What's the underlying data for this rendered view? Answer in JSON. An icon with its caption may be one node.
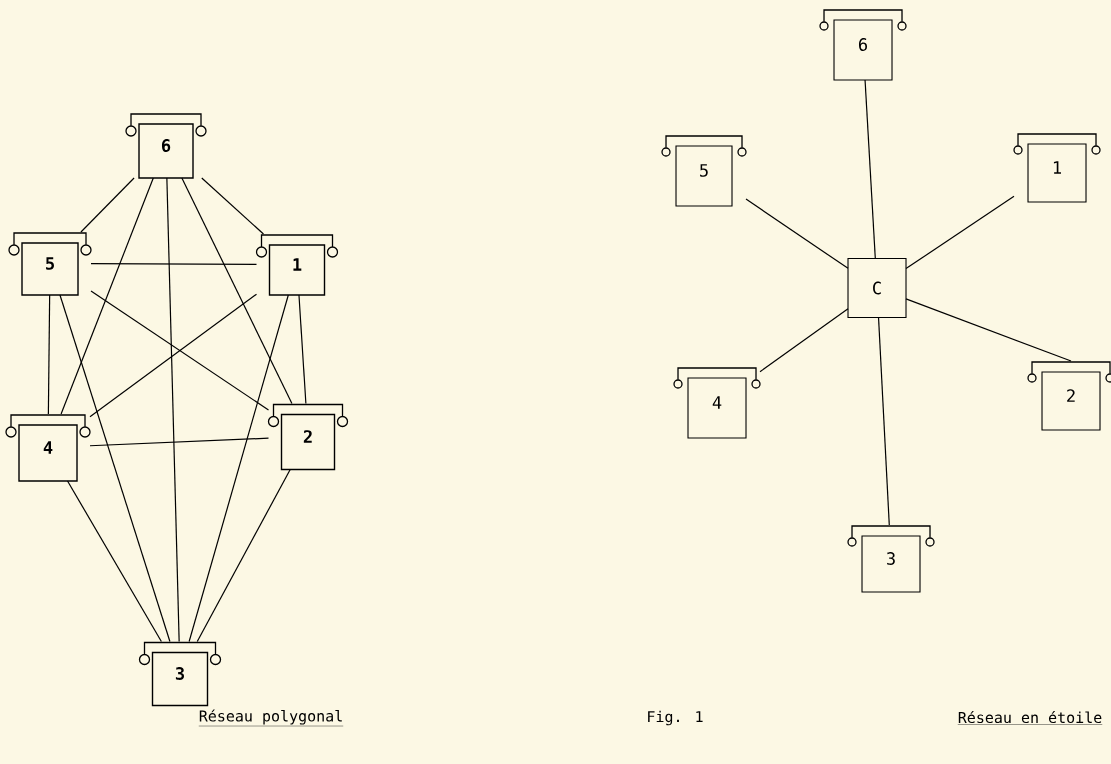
{
  "diagram": {
    "nodes": [
      {
        "text": [
          "6"
        ]
      },
      {
        "text": [
          "5"
        ]
      },
      {
        "text": [
          "1"
        ]
      },
      {
        "text": [
          "4"
        ]
      },
      {
        "text": [
          "2"
        ]
      },
      {
        "text": [
          "3"
        ]
      },
      {
        "text": [
          "6"
        ]
      },
      {
        "text": [
          "5"
        ]
      },
      {
        "text": [
          "1"
        ]
      },
      {
        "text": [
          "C"
        ]
      },
      {
        "text": [
          "4"
        ]
      },
      {
        "text": [
          "2"
        ]
      },
      {
        "text": [
          "3"
        ]
      }
    ],
    "edges": [
      {
        "from": 0,
        "to": 1,
        "arrow": "none"
      },
      {
        "from": 0,
        "to": 2,
        "arrow": "none"
      },
      {
        "from": 0,
        "to": 3,
        "arrow": "none"
      },
      {
        "from": 0,
        "to": 4,
        "arrow": "none"
      },
      {
        "from": 0,
        "to": 5,
        "arrow": "none"
      },
      {
        "from": 1,
        "to": 2,
        "arrow": "none"
      },
      {
        "from": 1,
        "to": 3,
        "arrow": "none"
      },
      {
        "from": 1,
        "to": 4,
        "arrow": "none"
      },
      {
        "from": 1,
        "to": 5,
        "arrow": "none"
      },
      {
        "from": 2,
        "to": 3,
        "arrow": "none"
      },
      {
        "from": 2,
        "to": 4,
        "arrow": "none"
      },
      {
        "from": 2,
        "to": 5,
        "arrow": "none"
      },
      {
        "from": 3,
        "to": 4,
        "arrow": "none"
      },
      {
        "from": 3,
        "to": 5,
        "arrow": "none"
      },
      {
        "from": 4,
        "to": 5,
        "arrow": "none"
      },
      {
        "from": 6,
        "to": 9,
        "arrow": "none"
      },
      {
        "from": 7,
        "to": 9,
        "arrow": "none"
      },
      {
        "from": 8,
        "to": 9,
        "arrow": "none"
      },
      {
        "from": 10,
        "to": 9,
        "arrow": "none"
      },
      {
        "from": 11,
        "to": 9,
        "arrow": "none"
      },
      {
        "from": 12,
        "to": 9,
        "arrow": "none"
      }
    ],
    "labels": [
      "Réseau polygonal",
      "Fig. 1",
      "Réseau en étoile"
    ]
  }
}
